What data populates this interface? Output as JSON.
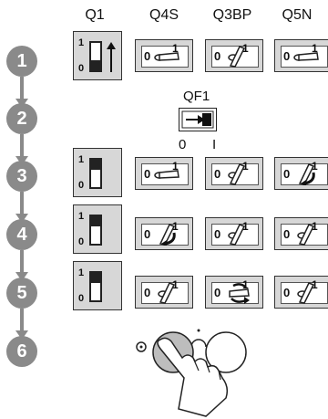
{
  "headers": {
    "q1": "Q1",
    "q4s": "Q4S",
    "q3bp": "Q3BP",
    "q5n": "Q5N",
    "qf1": "QF1"
  },
  "steps": [
    "1",
    "2",
    "3",
    "4",
    "5",
    "6"
  ],
  "labels": {
    "one": "1",
    "zero": "0",
    "on": "I"
  },
  "colors": {
    "step_fill": "#8a8a8a",
    "box_fill": "#d7d7d7",
    "button_fill": "#bdbdbd"
  }
}
